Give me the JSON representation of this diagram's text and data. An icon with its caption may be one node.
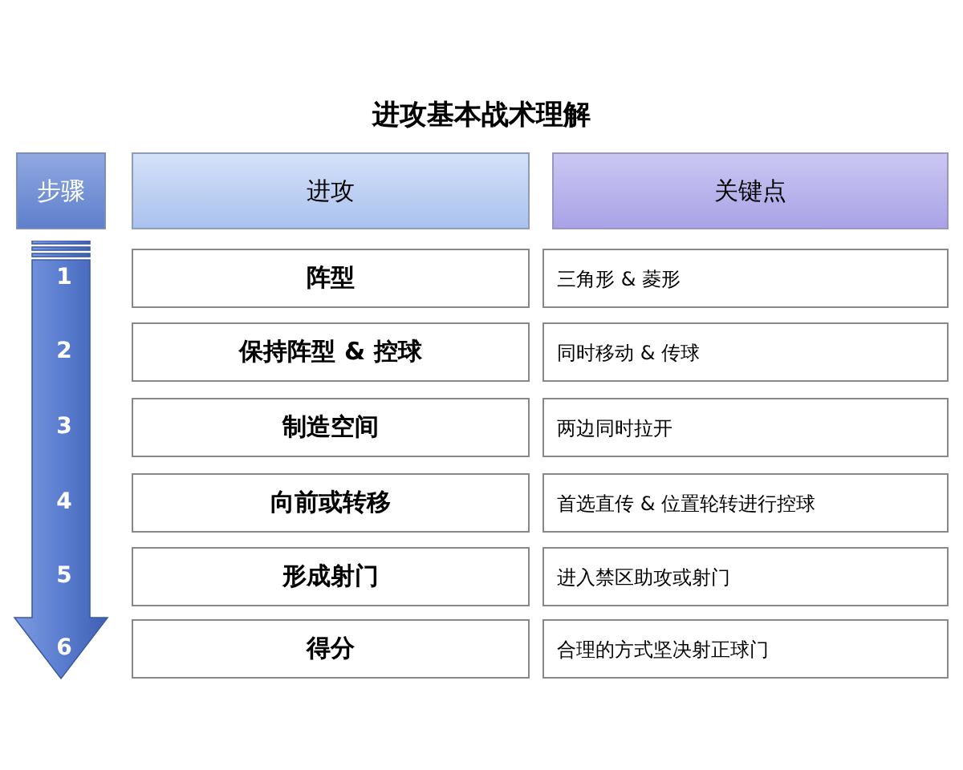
{
  "diagram": {
    "title": "进攻基本战术理解",
    "nodes": [
      {
        "text": [
          "步骤"
        ]
      },
      {
        "text": [
          "进攻"
        ]
      },
      {
        "text": [
          "关键点"
        ]
      },
      {
        "text": [
          "阵型"
        ]
      },
      {
        "text": [
          "三角形 & 菱形"
        ]
      },
      {
        "text": [
          "保持阵型 & 控球"
        ]
      },
      {
        "text": [
          "同时移动 & 传球"
        ]
      },
      {
        "text": [
          "制造空间"
        ]
      },
      {
        "text": [
          "两边同时拉开"
        ]
      },
      {
        "text": [
          "向前或转移"
        ]
      },
      {
        "text": [
          "首选直传 & 位置轮转进行控球"
        ]
      },
      {
        "text": [
          "形成射门"
        ]
      },
      {
        "text": [
          "进入禁区助攻或射门"
        ]
      },
      {
        "text": [
          "得分"
        ]
      },
      {
        "text": [
          "合理的方式坚决射正球门"
        ]
      }
    ],
    "labels": [
      "1",
      "2",
      "3",
      "4",
      "5",
      "6"
    ]
  }
}
